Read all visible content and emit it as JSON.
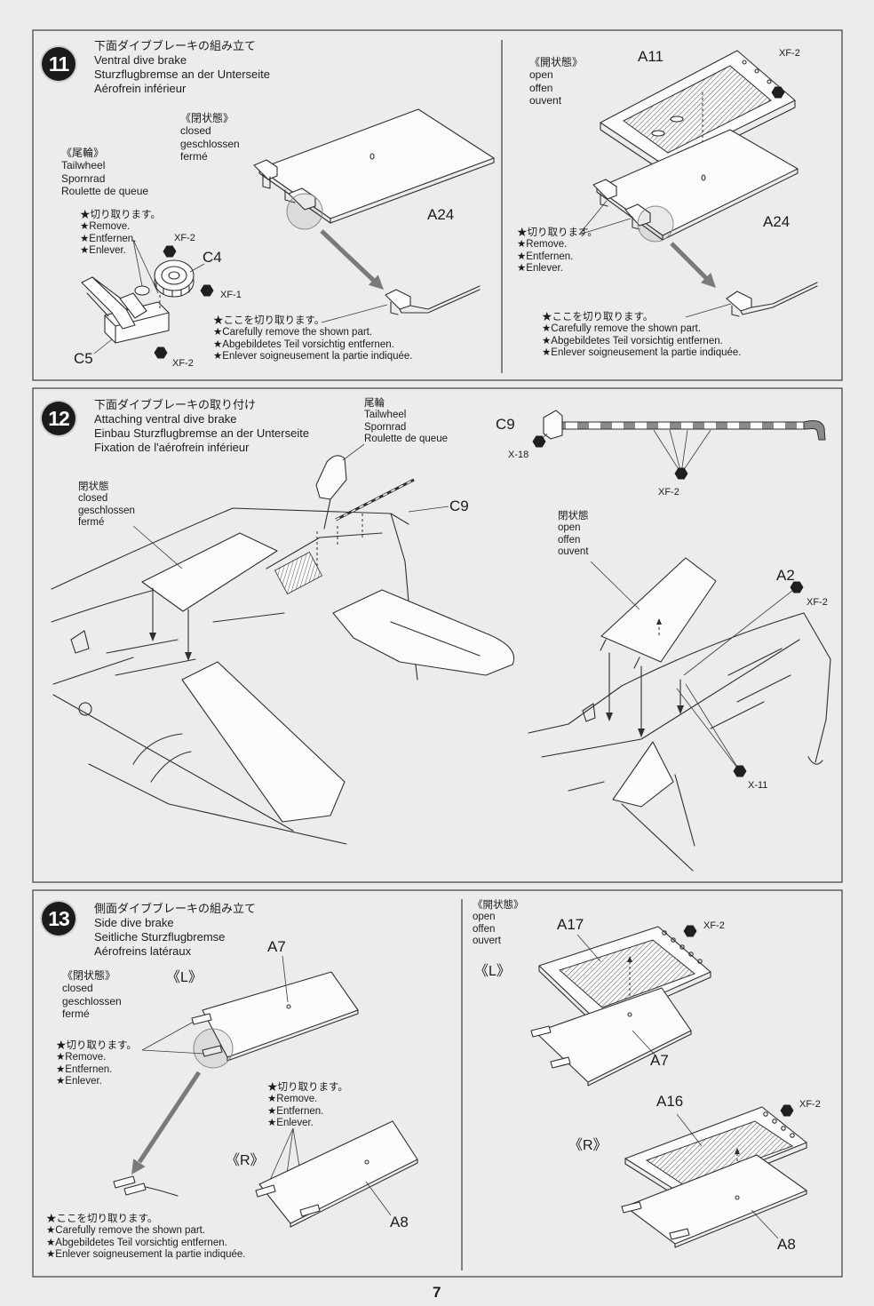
{
  "page_number": "7",
  "colors": {
    "background": "#ececec",
    "paint_marker": "#1f1f1f",
    "arrow": "#7a7a7a"
  },
  "step11": {
    "number": "11",
    "title": [
      "下面ダイブブレーキの組み立て",
      "Ventral dive brake",
      "Sturzflugbremse an der Unterseite",
      "Aérofrein inférieur"
    ],
    "closed_state": [
      "《閉状態》",
      "closed",
      "geschlossen",
      "fermé"
    ],
    "tailwheel": [
      "《尾輪》",
      "Tailwheel",
      "Spornrad",
      "Roulette de queue"
    ],
    "remove_note": [
      "★切り取ります。",
      "★Remove.",
      "★Entfernen.",
      "★Enlever."
    ],
    "careful_note": [
      "★ここを切り取ります。",
      "★Carefully remove the shown part.",
      "★Abgebildetes Teil vorsichtig entfernen.",
      "★Enlever soigneusement la partie indiquée."
    ],
    "part_a24": "A24",
    "part_c4": "C4",
    "part_c5": "C5",
    "paint_wheel": "XF-2",
    "paint_hub": "XF-1",
    "paint_fork": "XF-2",
    "open": {
      "state": [
        "《開状態》",
        "open",
        "offen",
        "ouvent"
      ],
      "part_a11": "A11",
      "part_a24": "A24",
      "paint_a11": "XF-2",
      "remove_note": [
        "★切り取ります。",
        "★Remove.",
        "★Entfernen.",
        "★Enlever."
      ],
      "careful_note": [
        "★ここを切り取ります。",
        "★Carefully remove the shown part.",
        "★Abgebildetes Teil vorsichtig entfernen.",
        "★Enlever soigneusement la partie indiquée."
      ]
    }
  },
  "step12": {
    "number": "12",
    "title": [
      "下面ダイブブレーキの取り付け",
      "Attaching ventral dive brake",
      "Einbau Sturzflugbremse an der Unterseite",
      "Fixation de l'aérofrein inférieur"
    ],
    "tailwheel": [
      "尾輪",
      "Tailwheel",
      "Spornrad",
      "Roulette de queue"
    ],
    "closed_state": [
      "閉状態",
      "closed",
      "geschlossen",
      "fermé"
    ],
    "open_state": [
      "閉状態",
      "open",
      "offen",
      "ouvent"
    ],
    "part_c9_detail": "C9",
    "paint_c9_end": "X-18",
    "paint_c9_bands": "XF-2",
    "part_c9": "C9",
    "part_a2": "A2",
    "paint_a2": "XF-2",
    "paint_x11": "X-11"
  },
  "step13": {
    "number": "13",
    "title": [
      "側面ダイブブレーキの組み立て",
      "Side dive brake",
      "Seitliche Sturzflugbremse",
      "Aérofreins latéraux"
    ],
    "closed_state": [
      "《閉状態》",
      "closed",
      "geschlossen",
      "fermé"
    ],
    "side_left": "《L》",
    "side_right": "《R》",
    "part_a7": "A7",
    "part_a8": "A8",
    "remove_note_left": [
      "★切り取ります。",
      "★Remove.",
      "★Entfernen.",
      "★Enlever."
    ],
    "remove_note_right": [
      "★切り取ります。",
      "★Remove.",
      "★Entfernen.",
      "★Enlever."
    ],
    "careful_note": [
      "★ここを切り取ります。",
      "★Carefully remove the shown part.",
      "★Abgebildetes Teil vorsichtig entfernen.",
      "★Enlever soigneusement la partie indiquée."
    ],
    "open": {
      "state": [
        "《開状態》",
        "open",
        "offen",
        "ouvert"
      ],
      "side_left": "《L》",
      "side_right": "《R》",
      "part_a17": "A17",
      "part_a7": "A7",
      "part_a16": "A16",
      "part_a8": "A8",
      "paint_a17": "XF-2",
      "paint_a16": "XF-2"
    }
  }
}
